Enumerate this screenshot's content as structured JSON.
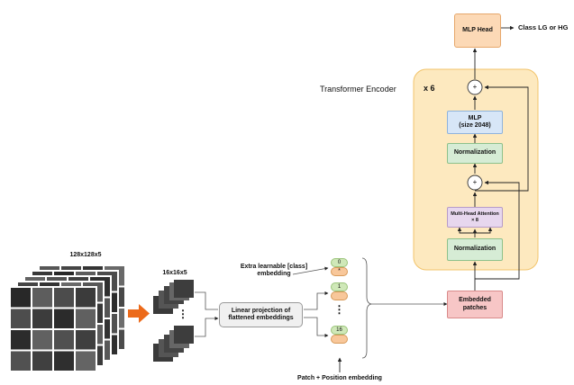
{
  "mlp_head": "MLP Head",
  "output_label": "Class LG or HG",
  "transformer_label": "Transformer Encoder",
  "repeat_label": "x 6",
  "mlp": {
    "line1": "MLP",
    "line2": "(size 2048)"
  },
  "norm_top": "Normalization",
  "norm_bottom": "Normalization",
  "attention": {
    "line1": "Multi-Head Attention",
    "line2": "× 8"
  },
  "plus": "+",
  "embedded_patches": "Embedded\npatches",
  "image_size": "128x128x5",
  "patch_size": "16x16x5",
  "linear_projection": "Linear projection of\nflattened embeddings",
  "class_embedding": "Extra learnable [class]\nembedding",
  "tokens": {
    "class_index": "0",
    "class_mark": "*",
    "first": "1",
    "last": "16"
  },
  "ellipsis": "⋮",
  "patch_position": "Patch + Position embedding",
  "colors": {
    "encoder_bg": "#fde9bf",
    "encoder_border": "#f2c46b",
    "mlp_head": "#fcd9b6",
    "mlp": "#d7e6f7",
    "norm": "#d6ecd5",
    "attention": "#e7d7ee",
    "embedded": "#f7c6c6",
    "token_green": "#cfe8b8",
    "token_orange": "#f8c79a",
    "arrow_orange": "#ec6a1a"
  }
}
